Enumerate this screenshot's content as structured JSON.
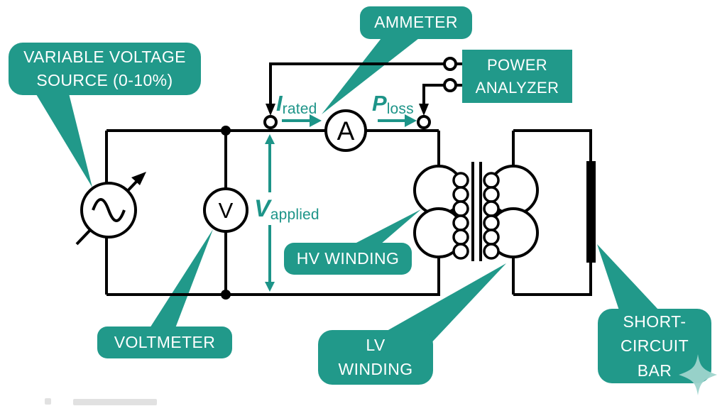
{
  "colors": {
    "callout_teal": "#21998a",
    "annotation_teal": "#1d9488",
    "sparkle_light_teal": "#9ed4cc",
    "circuit_black": "#000000",
    "background": "#ffffff"
  },
  "callouts": {
    "variable_voltage_source": "VARIABLE VOLTAGE\nSOURCE (0-10%)",
    "ammeter": "AMMETER",
    "power_analyzer": "POWER\nANALYZER",
    "hv_winding": "HV WINDING",
    "voltmeter": "VOLTMETER",
    "lv_winding": "LV\nWINDING",
    "short_circuit_bar": "SHORT-\nCIRCUIT\nBAR"
  },
  "annotations": {
    "i_rated": {
      "symbol": "I",
      "subscript": "rated"
    },
    "p_loss": {
      "symbol": "P",
      "subscript": "loss"
    },
    "v_applied": {
      "symbol": "V",
      "subscript": "applied"
    }
  },
  "meters": {
    "ammeter_letter": "A",
    "voltmeter_letter": "V"
  }
}
